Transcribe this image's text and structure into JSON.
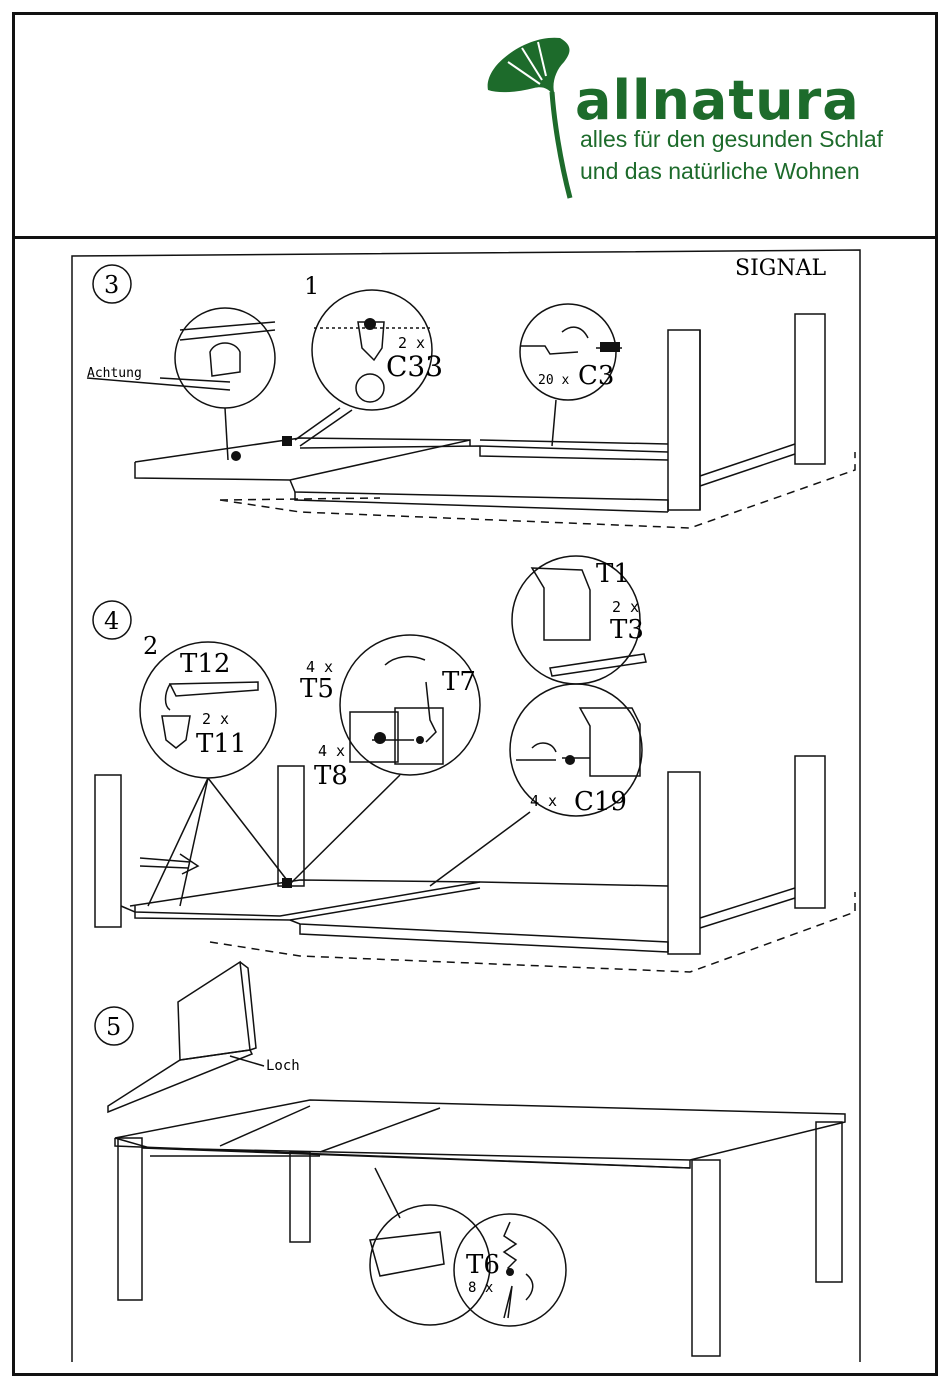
{
  "header": {
    "brand": "allnatura",
    "tagline_1": "alles für den gesunden Schlaf",
    "tagline_2": "und das natürliche Wohnen",
    "logo_color": "#1d6b2b"
  },
  "manual": {
    "maker": "SIGNAL",
    "steps": [
      {
        "number": "3",
        "callouts": {
          "note": "Achtung",
          "count_label": "1",
          "c33_qty": "2 x",
          "c33_code": "C33",
          "c3_qty": "20 x",
          "c3_code": "C3"
        }
      },
      {
        "number": "4",
        "callouts": {
          "count_label": "2",
          "t12_code": "T12",
          "t11_qty": "2 x",
          "t11_code": "T11",
          "t5_qty": "4 x",
          "t5_code": "T5",
          "t7_code": "T7",
          "t8_qty": "4 x",
          "t8_code": "T8",
          "t1_code": "T1",
          "t3_qty": "2 x",
          "t3_code": "T3",
          "c19_qty": "4 x",
          "c19_code": "C19"
        }
      },
      {
        "number": "5",
        "callouts": {
          "note": "Loch",
          "t6_code": "T6",
          "t6_qty": "8 x"
        }
      }
    ]
  }
}
